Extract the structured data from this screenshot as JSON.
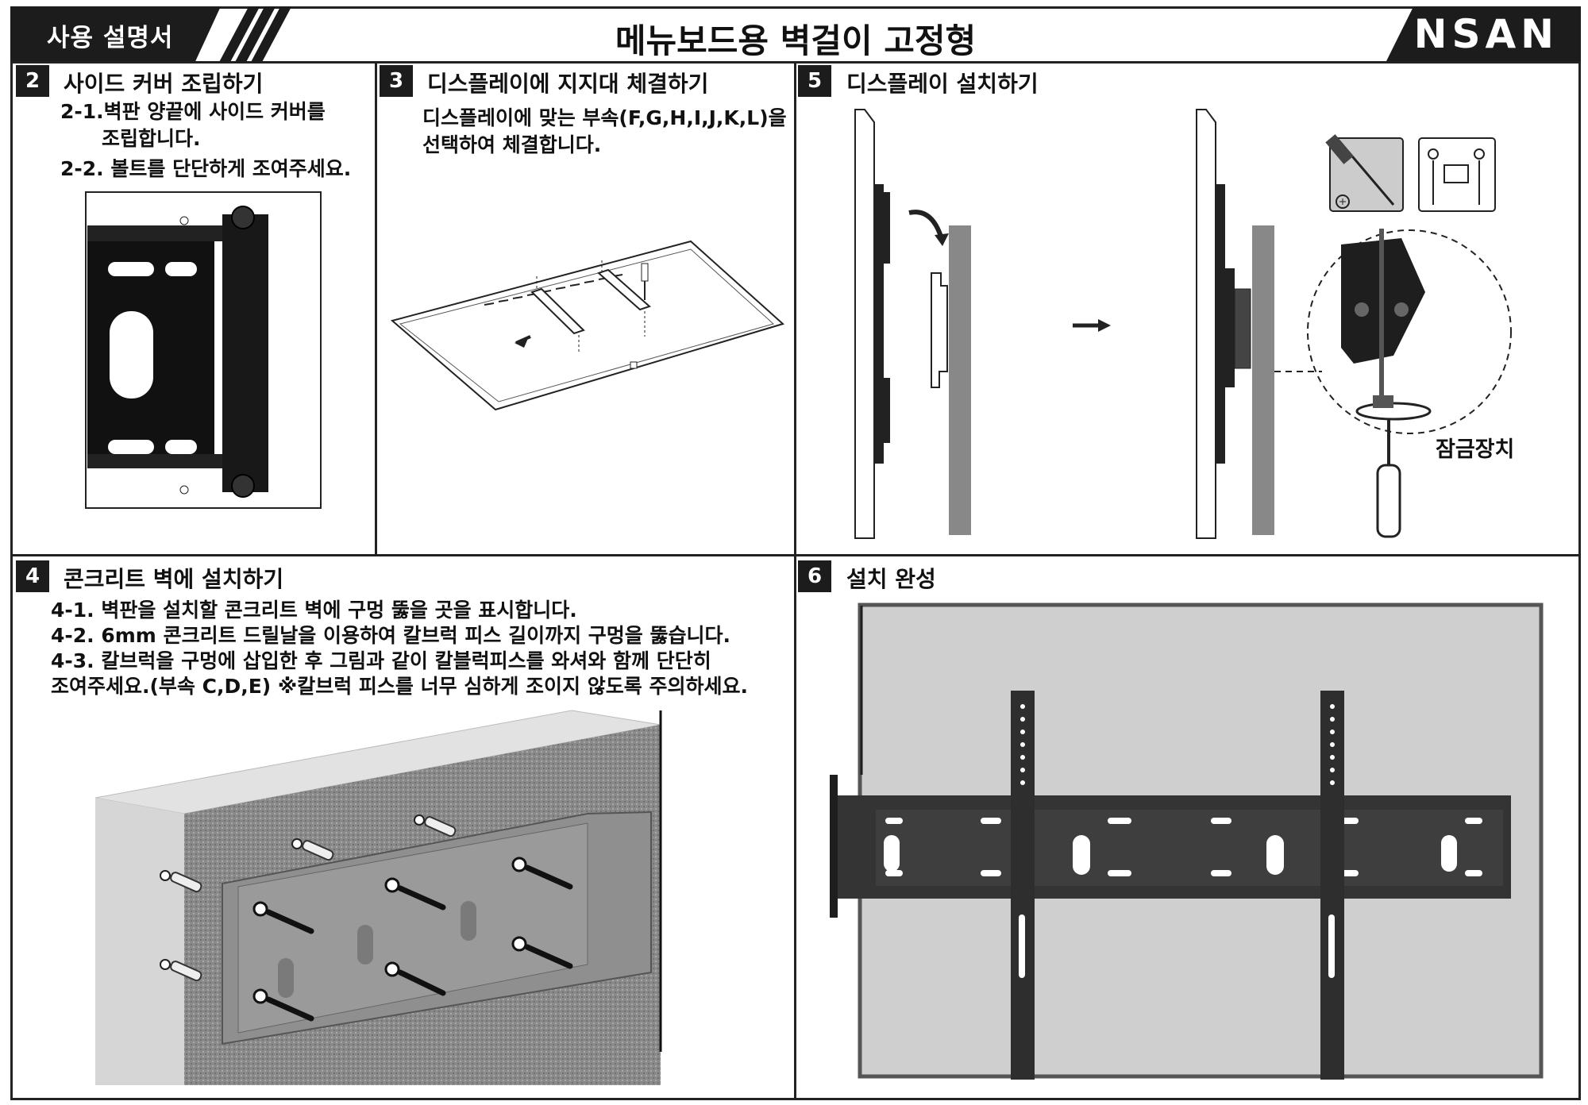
{
  "header": {
    "tag_label": "사용 설명서",
    "title": "메뉴보드용 벽걸이 고정형",
    "brand": "NSAN"
  },
  "sections": {
    "s2": {
      "num": "2",
      "title": "사이드 커버 조립하기",
      "line1": "2-1.벽판 양끝에 사이드 커버를",
      "line1b": "조립합니다.",
      "line2": "2-2. 볼트를 단단하게 조여주세요."
    },
    "s3": {
      "num": "3",
      "title": "디스플레이에 지지대 체결하기",
      "line1": "디스플레이에 맞는 부속(F,G,H,I,J,K,L)을",
      "line2": "선택하여 체결합니다."
    },
    "s5": {
      "num": "5",
      "title": "디스플레이 설치하기",
      "lock_label": "잠금장치"
    },
    "s4": {
      "num": "4",
      "title": "콘크리트 벽에 설치하기",
      "line1": "4-1. 벽판을 설치할 콘크리트 벽에 구멍 뚫을 곳을 표시합니다.",
      "line2": "4-2. 6mm 콘크리트 드릴날을 이용하여 칼브럭 피스 길이까지 구멍을 뚫습니다.",
      "line3": "4-3. 칼브럭을 구멍에 삽입한 후 그림과 같이 칼블럭피스를 와셔와 함께 단단히",
      "line4": "조여주세요.(부속 C,D,E) ※칼브럭 피스를 너무 심하게 조이지 않도록 주의하세요."
    },
    "s6": {
      "num": "6",
      "title": "설치 완성"
    }
  }
}
